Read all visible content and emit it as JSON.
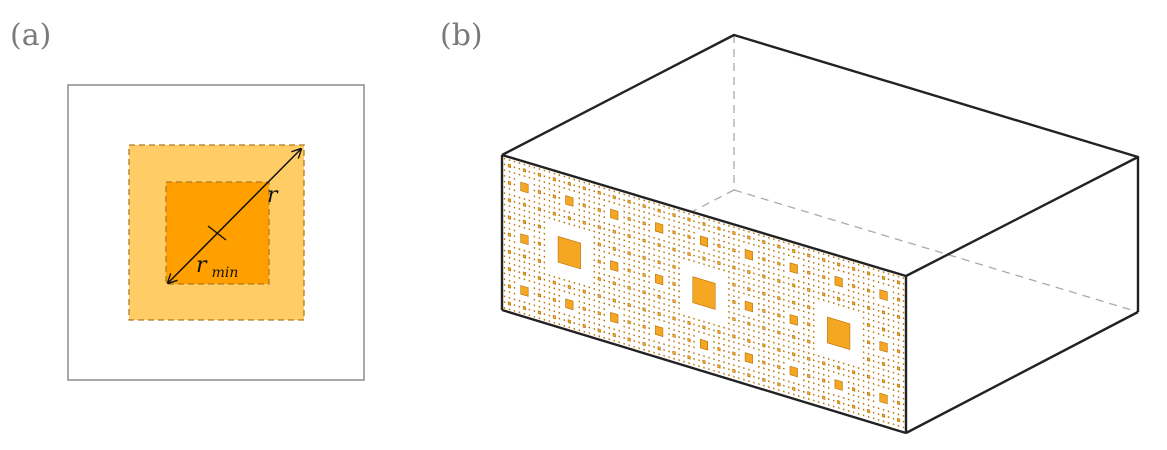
{
  "panel_a": {
    "label": "(a)",
    "r_label": "r",
    "rmin_base": "r",
    "rmin_sub": "min"
  },
  "panel_b": {
    "label": "(b)"
  },
  "colors": {
    "outer_border": "#8c8c8c",
    "light_orange": "#ffcc66",
    "dark_orange": "#ff9f00",
    "dashed_border": "#b07a20",
    "square_fill": "#f5a623",
    "square_stroke": "#b86f00",
    "box_edge": "#222222",
    "hidden_edge": "#aaaaaa"
  }
}
